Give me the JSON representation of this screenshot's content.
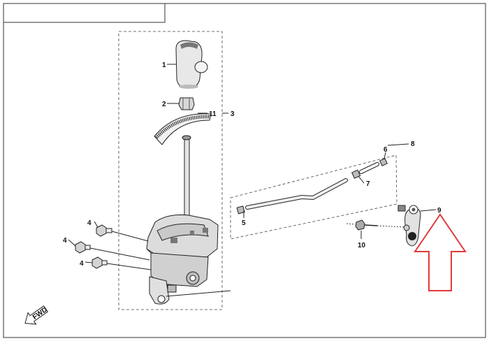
{
  "callouts": {
    "c1": "1",
    "c2": "2",
    "c3": "3",
    "c4a": "4",
    "c4b": "4",
    "c4c": "4",
    "c5": "5",
    "c6": "6",
    "c7": "7",
    "c8": "8",
    "c9": "9",
    "c10": "10",
    "c11": "11"
  },
  "fwd_label": "FWD",
  "highlight_color": "#e23a3a"
}
